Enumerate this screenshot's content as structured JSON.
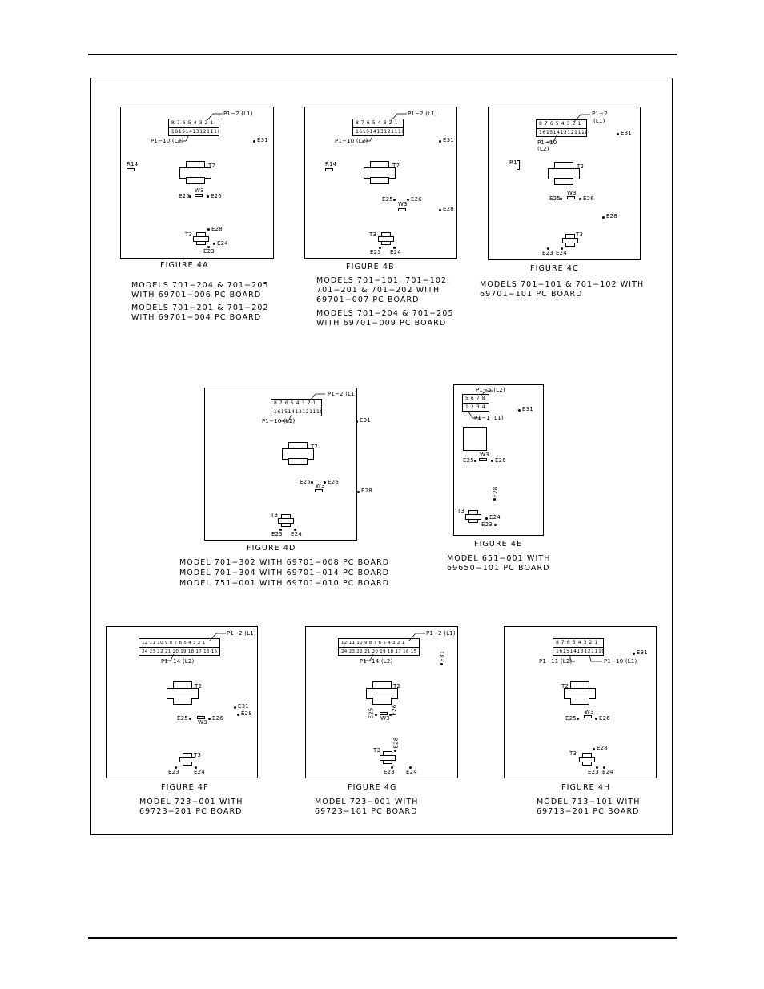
{
  "figures": {
    "a": {
      "conn_top": "8 7 6 5 4 3 2 1",
      "conn_bottom": "16151413121110 9",
      "p1a": "P1−2 (L1)",
      "p1b": "P1−10 (L2)",
      "e31": "E31",
      "r14": "R14",
      "t2": "T2",
      "w3": "W3",
      "e25": "E25",
      "e26": "E26",
      "e28": "E28",
      "t3": "T3",
      "e24": "E24",
      "e23": "E23",
      "title": "FIGURE 4A",
      "caption": [
        "MODELS 701−204 & 701−205",
        "WITH 69701−006 PC BOARD",
        "MODELS 701−201 & 701−202",
        "WITH 69701−004 PC BOARD"
      ]
    },
    "b": {
      "conn_top": "8 7 6 5 4 3 2 1",
      "conn_bottom": "16151413121110 9",
      "p1a": "P1−2 (L1)",
      "p1b": "P1−10 (L2)",
      "e31": "E31",
      "r14": "R14",
      "t2": "T2",
      "w3": "W3",
      "e25": "E25",
      "e26": "E26",
      "e28": "E28",
      "t3": "T3",
      "e24": "E24",
      "e23": "E23",
      "title": "FIGURE 4B",
      "caption": [
        "MODELS 701−101, 701−102,",
        "701−201 & 701−202 WITH",
        "69701−007 PC BOARD",
        "MODELS 701−204 & 701−205",
        "WITH 69701−009 PC BOARD"
      ]
    },
    "c": {
      "conn_top": "8 7 6 5 4 3 2 1",
      "conn_bottom": "16151413121110 9",
      "p1a": "P1−2",
      "p1a2": "(L1)",
      "p1b": "P1−10",
      "p1b2": "(L2)",
      "e31": "E31",
      "r14": "R14",
      "t2": "T2",
      "w3": "W3",
      "e25": "E25",
      "e26": "E26",
      "e28": "E28",
      "t3": "T3",
      "e24": "E24",
      "e23": "E23",
      "title": "FIGURE 4C",
      "caption": [
        "MODELS 701−101 & 701−102 WITH",
        "69701−101 PC BOARD"
      ]
    },
    "d": {
      "conn_top": "8 7 6 5 4 3 2 1",
      "conn_bottom": "16151413121110 9",
      "p1a": "P1−2 (L1)",
      "p1b": "P1−10 (L2)",
      "e31": "E31",
      "t2": "T2",
      "w3": "W3",
      "e25": "E25",
      "e26": "E26",
      "e28": "E28",
      "t3": "T3",
      "e24": "E24",
      "e23": "E23",
      "title": "FIGURE 4D",
      "caption": [
        "MODEL 701−302 WITH 69701−008 PC BOARD",
        "MODEL 701−304 WITH 69701−014 PC BOARD",
        "MODEL 751−001 WITH 69701−010 PC BOARD"
      ]
    },
    "e": {
      "conn_top": "5 6 7 8",
      "conn_bottom": "1 2 3 4",
      "p1a": "P1−5 (L2)",
      "p1b": "P1−1 (L1)",
      "e31": "E31",
      "w3": "W3",
      "e25": "E25",
      "e26": "E26",
      "e28": "E28",
      "t3": "T3",
      "e24": "E24",
      "e23": "E23",
      "title": "FIGURE 4E",
      "caption": [
        "MODEL 651−001 WITH",
        "69650−101 PC BOARD"
      ]
    },
    "f": {
      "conn_top": "12 11 10 9 8 7 6 5 4 3 2 1",
      "conn_bottom": "24 23 22 21 20 19 18 17 16 15 14 13",
      "p1a": "P1−2 (L1)",
      "p1b": "P1−14 (L2)",
      "e31": "E31",
      "t2": "T2",
      "w3": "W3",
      "e25": "E25",
      "e26": "E26",
      "e28": "E28",
      "t3": "T3",
      "e24": "E24",
      "e23": "E23",
      "title": "FIGURE 4F",
      "caption": [
        "MODEL 723−001 WITH",
        "69723−201 PC BOARD"
      ]
    },
    "g": {
      "conn_top": "12 11 10 9 8 7 6 5 4 3 2 1",
      "conn_bottom": "24 23 22 21 20 19 18 17 16 15 14 13",
      "p1a": "P1−2 (L1)",
      "p1b": "P1−14 (L2)",
      "e31": "E31",
      "t2": "T2",
      "w3": "W3",
      "e25": "E25",
      "e26": "E26",
      "e28": "E28",
      "t3": "T3",
      "e24": "E24",
      "e23": "E23",
      "title": "FIGURE 4G",
      "caption": [
        "MODEL 723−001 WITH",
        "69723−101 PC BOARD"
      ]
    },
    "h": {
      "conn_top": "8 7 6 5 4 3 2 1",
      "conn_bottom": "16151413121110 9",
      "p1a": "P1−11 (L2)",
      "p1b": "P1−10 (L1)",
      "e31": "E31",
      "t2": "T2",
      "w3": "W3",
      "e25": "E25",
      "e26": "E26",
      "e28": "E28",
      "t3": "T3",
      "e24": "E24",
      "e23": "E23",
      "title": "FIGURE 4H",
      "caption": [
        "MODEL 713−101 WITH",
        "69713−201 PC BOARD"
      ]
    }
  }
}
